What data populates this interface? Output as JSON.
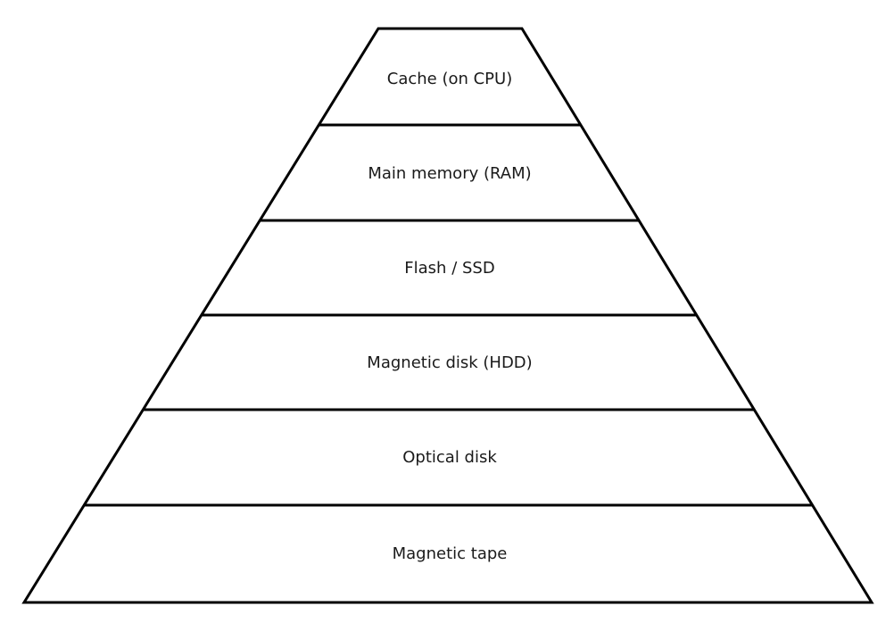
{
  "diagram": {
    "type": "pyramid",
    "description": "Memory / storage hierarchy pyramid with six levels, fastest at top",
    "colors": {
      "stroke": "#000000",
      "fill": "#ffffff",
      "text": "#1a1a1a",
      "background": "#ffffff"
    },
    "levels": [
      {
        "rank": 1,
        "label": "Cache (on CPU)"
      },
      {
        "rank": 2,
        "label": "Main memory (RAM)"
      },
      {
        "rank": 3,
        "label": "Flash / SSD"
      },
      {
        "rank": 4,
        "label": "Magnetic disk (HDD)"
      },
      {
        "rank": 5,
        "label": "Optical disk"
      },
      {
        "rank": 6,
        "label": "Magnetic tape"
      }
    ]
  }
}
